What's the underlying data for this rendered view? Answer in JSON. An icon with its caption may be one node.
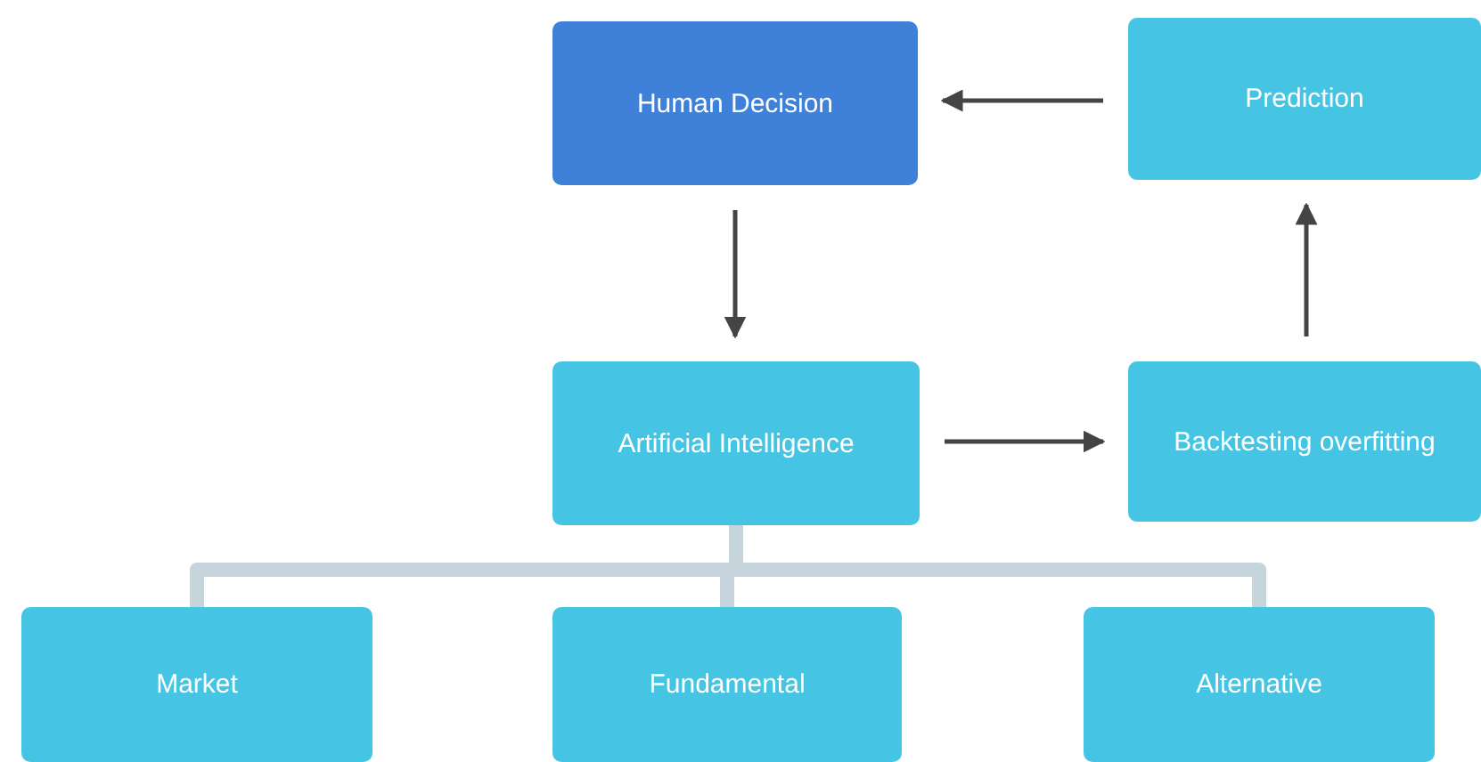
{
  "diagram": {
    "nodes": [
      {
        "text": [
          "Human Decision"
        ]
      },
      {
        "text": [
          "Prediction"
        ]
      },
      {
        "text": [
          "Artificial Intelligence"
        ]
      },
      {
        "text": [
          "Backtesting overfitting"
        ]
      },
      {
        "text": [
          "Market"
        ]
      },
      {
        "text": [
          "Fundamental"
        ]
      },
      {
        "text": [
          "Alternative"
        ]
      }
    ],
    "edges": [
      {
        "from": 1,
        "to": 0,
        "arrow": "to"
      },
      {
        "from": 0,
        "to": 2,
        "arrow": "to"
      },
      {
        "from": 2,
        "to": 3,
        "arrow": "to"
      },
      {
        "from": 3,
        "to": 1,
        "arrow": "to"
      },
      {
        "from": 2,
        "to": 4,
        "arrow": "none",
        "style": "thick",
        "color": "#c6d4db"
      },
      {
        "from": 2,
        "to": 5,
        "arrow": "none",
        "style": "thick",
        "color": "#c6d4db"
      },
      {
        "from": 2,
        "to": 6,
        "arrow": "none",
        "style": "thick",
        "color": "#c6d4db"
      }
    ]
  }
}
